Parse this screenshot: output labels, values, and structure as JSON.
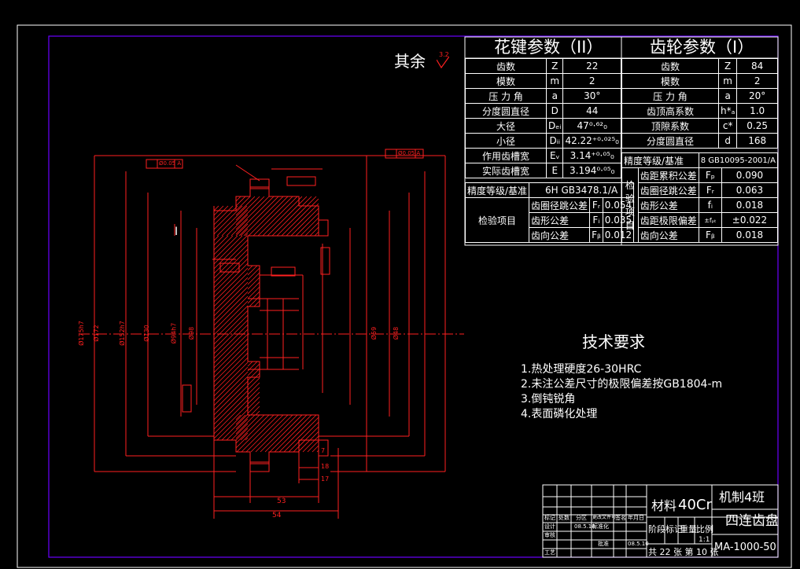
{
  "drawing": {
    "roughness_label": "其余",
    "roughness_value": "3.2",
    "view_label": "I",
    "frame_color": "#6a00ff",
    "line_color": "#ff2020",
    "hatch_color": "#ff2020",
    "text_color": "#ffffff"
  },
  "spline_table": {
    "title": "花键参数（II）",
    "rows": [
      {
        "name": "齿数",
        "sym": "Z",
        "val": "22"
      },
      {
        "name": "模数",
        "sym": "m",
        "val": "2"
      },
      {
        "name": "压 力 角",
        "sym": "a",
        "val": "30°"
      },
      {
        "name": "分度圆直径",
        "sym": "D",
        "val": "44"
      },
      {
        "name": "大径",
        "sym": "Dₑᵢ",
        "val": "47⁰·⁶²₀"
      },
      {
        "name": "小径",
        "sym": "Dᵢᵢ",
        "val": "42.22⁺⁰·⁰²⁵₀"
      },
      {
        "name": "作用齿槽宽",
        "sym": "Eᵥ",
        "val": "3.14⁺⁰·⁰⁵₀"
      },
      {
        "name": "实际齿槽宽",
        "sym": "E",
        "val": "3.194⁰·⁰⁵₀"
      }
    ],
    "precision_label": "精度等级/基准",
    "precision_value": "6H   GB3478.1/A",
    "check_label": "检验项目",
    "checks": [
      {
        "name": "齿圈径跳公差",
        "sym": "Fᵣ",
        "val": "0.054"
      },
      {
        "name": "齿形公差",
        "sym": "Fᵢ",
        "val": "0.035"
      },
      {
        "name": "齿向公差",
        "sym": "Fᵦ",
        "val": "0.012"
      }
    ]
  },
  "gear_table": {
    "title": "齿轮参数（I）",
    "rows": [
      {
        "name": "齿数",
        "sym": "Z",
        "val": "84"
      },
      {
        "name": "模数",
        "sym": "m",
        "val": "2"
      },
      {
        "name": "压 力 角",
        "sym": "a",
        "val": "20°"
      },
      {
        "name": "齿顶高系数",
        "sym": "h*ₐ",
        "val": "1.0"
      },
      {
        "name": "顶隙系数",
        "sym": "c*",
        "val": "0.25"
      },
      {
        "name": "分度圆直径",
        "sym": "d",
        "val": "168"
      }
    ],
    "precision_label": "精度等级/基准",
    "precision_value": "8  GB10095-2001/A",
    "check_label": "检验项目",
    "checks": [
      {
        "name": "齿距累积公差",
        "sym": "Fₚ",
        "val": "0.090"
      },
      {
        "name": "齿圈径跳公差",
        "sym": "Fᵣ",
        "val": "0.063"
      },
      {
        "name": "齿形公差",
        "sym": "fᵢ",
        "val": "0.018"
      },
      {
        "name": "齿距极限偏差",
        "sym": "±fₚₜ",
        "val": "±0.022"
      },
      {
        "name": "齿向公差",
        "sym": "Fᵦ",
        "val": "0.018"
      }
    ]
  },
  "tech_req": {
    "title": "技术要求",
    "items": [
      "1.热处理硬度26-30HRC",
      "2.未注公差尺寸的极限偏差按GB1804-m",
      "3.倒钝锐角",
      "4.表面磷化处理"
    ]
  },
  "title_block": {
    "material_label": "材料",
    "material": "40Cr",
    "class": "机制4班",
    "part_name": "四连齿盘",
    "drawing_no": "MA-1000-50",
    "stage_label": "阶段标记",
    "weight_label": "重量",
    "scale_label": "比例",
    "scale": "1:1",
    "sheets_text": "共 22 张 第 10 张",
    "rows": [
      "标记",
      "处数",
      "分区",
      "更改文件号",
      "签名",
      "年月日"
    ],
    "designer_label": "设计",
    "standard_label": "标准化",
    "date1": "08.5.10",
    "check_label": "审核",
    "process_label": "工艺",
    "approve_label": "批准",
    "date2": "08.5.10"
  },
  "dims": {
    "d_outer": "Ø175h7",
    "d_gear": "Ø172",
    "d1": "Ø152h7",
    "d2": "Ø130",
    "d3": "Ø98",
    "d4": "Ø94h7",
    "d5": "Ø59",
    "d6": "Ø48",
    "len_total": "54",
    "len_53": "53",
    "len_17": "17",
    "len_18": "18",
    "len_7": "7",
    "tol_1": "Ø0.05 A",
    "tol_2": "Ø0.05 A"
  }
}
